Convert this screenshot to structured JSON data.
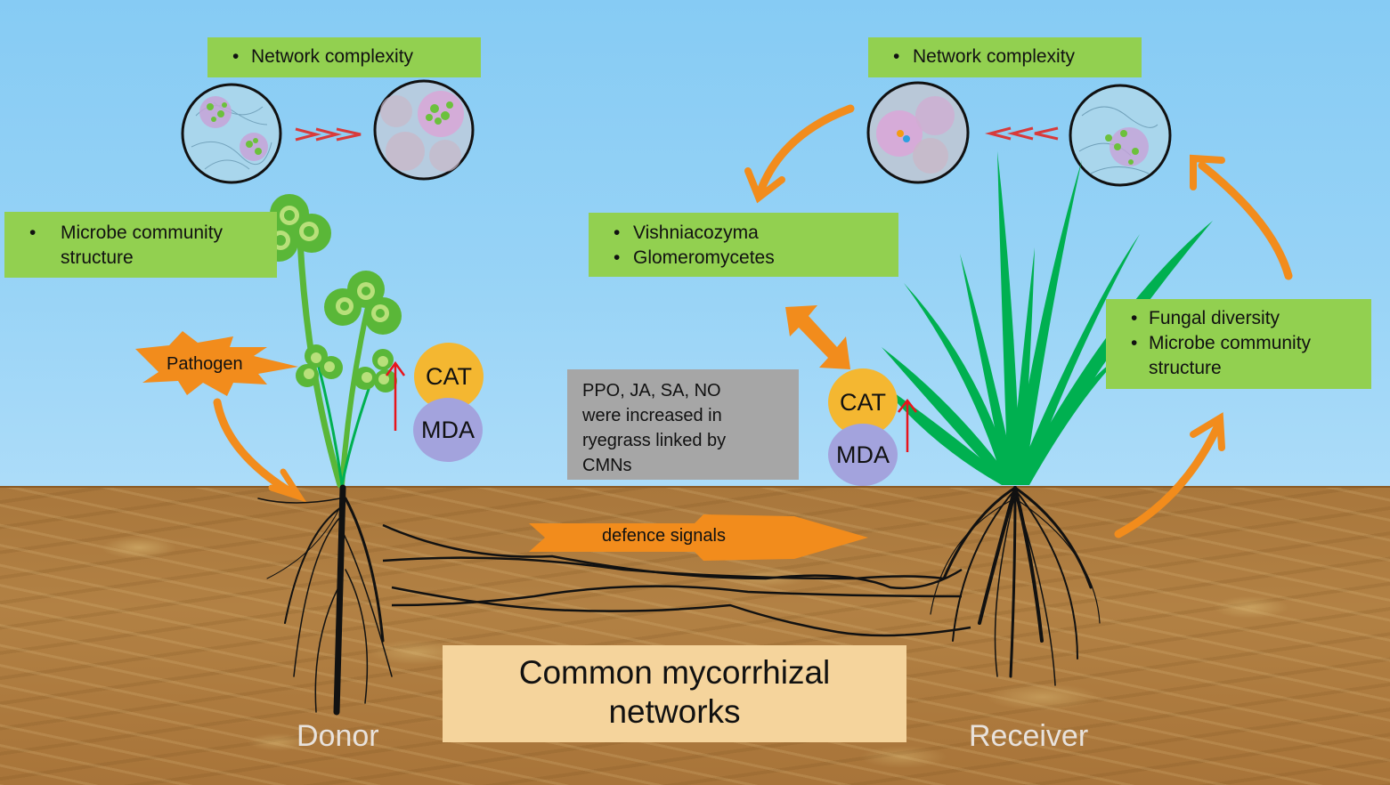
{
  "diagram": {
    "title": "Common mycorrhizal networks",
    "colors": {
      "sky": "#86cbf4",
      "soil": "#a9773c",
      "label_box": "#92d050",
      "arrow_orange": "#f28c1c",
      "increase_arrow": "#e8141c",
      "cat": "#f4b731",
      "mda": "#a3a3dd",
      "info_box": "#a6a6a6",
      "title_box": "#f5d49c",
      "clover": "#5ab738",
      "ryegrass": "#00b050",
      "roots": "#111111"
    },
    "donor": {
      "label": "Donor",
      "network_box": {
        "items": [
          "Network complexity"
        ],
        "trend": "increase"
      },
      "microbe_box": {
        "lines": [
          "Microbe community",
          "structure"
        ]
      },
      "pathogen_label": "Pathogen",
      "enzymes": {
        "cat": "CAT",
        "mda": "MDA",
        "trend": "increase"
      }
    },
    "receiver": {
      "label": "Receiver",
      "network_box": {
        "items": [
          "Network complexity"
        ],
        "trend": "increase"
      },
      "taxa_box": {
        "items": [
          "Vishniacozyma",
          "Glomeromycetes"
        ],
        "trend": "increase"
      },
      "fungal_box": {
        "items": [
          "Fungal diversity"
        ],
        "trend": "increase",
        "extra_lines": [
          "Microbe community",
          "structure"
        ]
      },
      "enzymes": {
        "cat": "CAT",
        "mda": "MDA",
        "trend": "increase"
      }
    },
    "info_box": {
      "lines": [
        "PPO, JA, SA, NO",
        "were increased in",
        "ryegrass linked by",
        "CMNs"
      ]
    },
    "signal_arrow": {
      "label": "defence signals"
    },
    "cmn_box": {
      "lines": [
        "Common mycorrhizal",
        "networks"
      ]
    }
  }
}
